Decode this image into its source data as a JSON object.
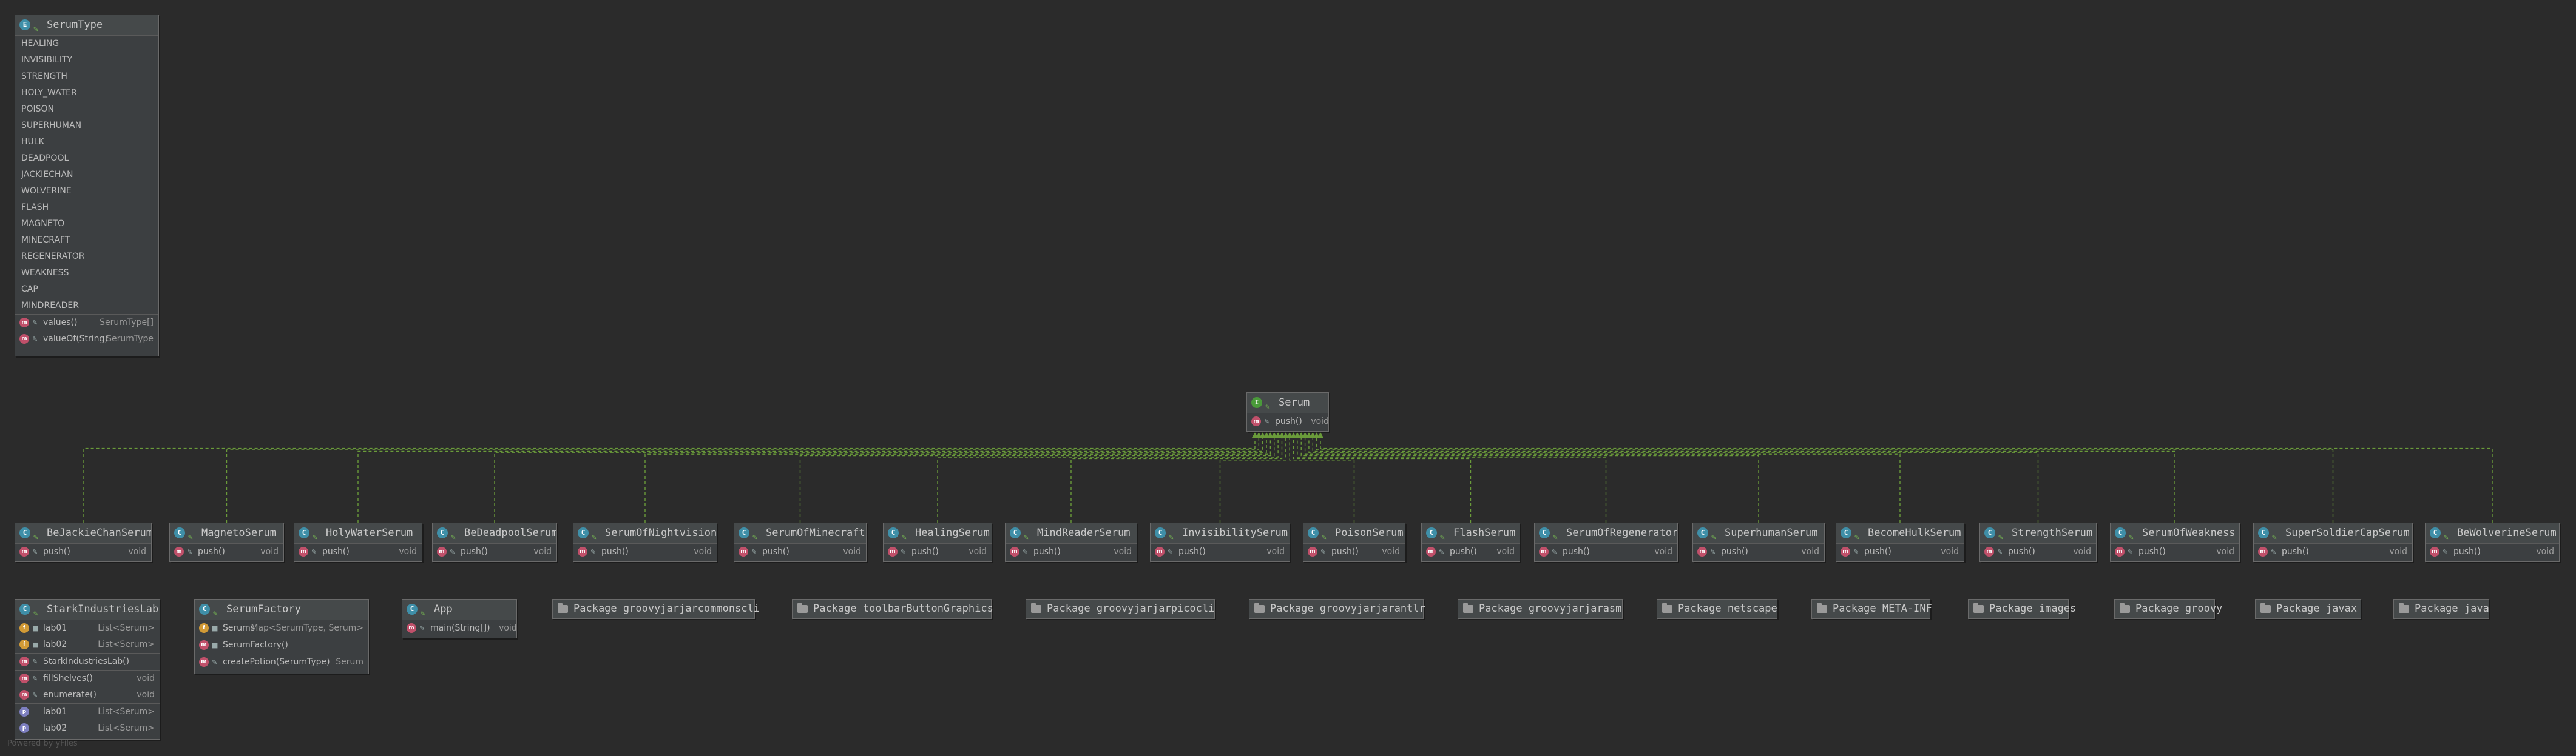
{
  "enum_node": {
    "name": "SerumType",
    "constants": [
      "HEALING",
      "INVISIBILITY",
      "STRENGTH",
      "HOLY_WATER",
      "POISON",
      "SUPERHUMAN",
      "HULK",
      "DEADPOOL",
      "JACKIECHAN",
      "WOLVERINE",
      "FLASH",
      "MAGNETO",
      "MINECRAFT",
      "REGENERATOR",
      "WEAKNESS",
      "CAP",
      "MINDREADER"
    ],
    "methods": [
      {
        "name": "values()",
        "type": "SerumType[]"
      },
      {
        "name": "valueOf(String)",
        "type": "SerumType"
      }
    ]
  },
  "interface_node": {
    "name": "Serum",
    "method_name": "push()",
    "method_type": "void"
  },
  "implementations": [
    {
      "name": "BeJackieChanSerum"
    },
    {
      "name": "MagnetoSerum"
    },
    {
      "name": "HolyWaterSerum"
    },
    {
      "name": "BeDeadpoolSerum"
    },
    {
      "name": "SerumOfNightvision"
    },
    {
      "name": "SerumOfMinecraft"
    },
    {
      "name": "HealingSerum"
    },
    {
      "name": "MindReaderSerum"
    },
    {
      "name": "InvisibilitySerum"
    },
    {
      "name": "PoisonSerum"
    },
    {
      "name": "FlashSerum"
    },
    {
      "name": "SerumOfRegenerator"
    },
    {
      "name": "SuperhumanSerum"
    },
    {
      "name": "BecomeHulkSerum"
    },
    {
      "name": "StrengthSerum"
    },
    {
      "name": "SerumOfWeakness"
    },
    {
      "name": "SuperSoldierCapSerum"
    },
    {
      "name": "BeWolverineSerum"
    }
  ],
  "impl_method": {
    "name": "push()",
    "type": "void"
  },
  "lab_node": {
    "name": "StarkIndustriesLab",
    "fields": [
      {
        "name": "lab01",
        "type": "List<Serum>"
      },
      {
        "name": "lab02",
        "type": "List<Serum>"
      }
    ],
    "constructor": "StarkIndustriesLab()",
    "methods": [
      {
        "name": "fillShelves()",
        "type": "void"
      },
      {
        "name": "enumerate()",
        "type": "void"
      }
    ],
    "properties": [
      {
        "name": "lab01",
        "type": "List<Serum>"
      },
      {
        "name": "lab02",
        "type": "List<Serum>"
      }
    ]
  },
  "factory_node": {
    "name": "SerumFactory",
    "field": {
      "name": "Serums",
      "type": "Map<SerumType, Serum>"
    },
    "constructor": "SerumFactory()",
    "method": {
      "name": "createPotion(SerumType)",
      "type": "Serum"
    }
  },
  "app_node": {
    "name": "App",
    "method": {
      "name": "main(String[])",
      "type": "void"
    }
  },
  "packages": [
    "Package groovyjarjarcommonscli",
    "Package toolbarButtonGraphics",
    "Package groovyjarjarpicocli",
    "Package groovyjarjarantlr",
    "Package groovyjarjarasm",
    "Package netscape",
    "Package META-INF",
    "Package images",
    "Package groovy",
    "Package javax",
    "Package java"
  ],
  "footer": "Powered by yFiles",
  "colors": {
    "background": "#2b2b2b",
    "edge": "#6a9b3a",
    "node": "#3c3f41"
  }
}
